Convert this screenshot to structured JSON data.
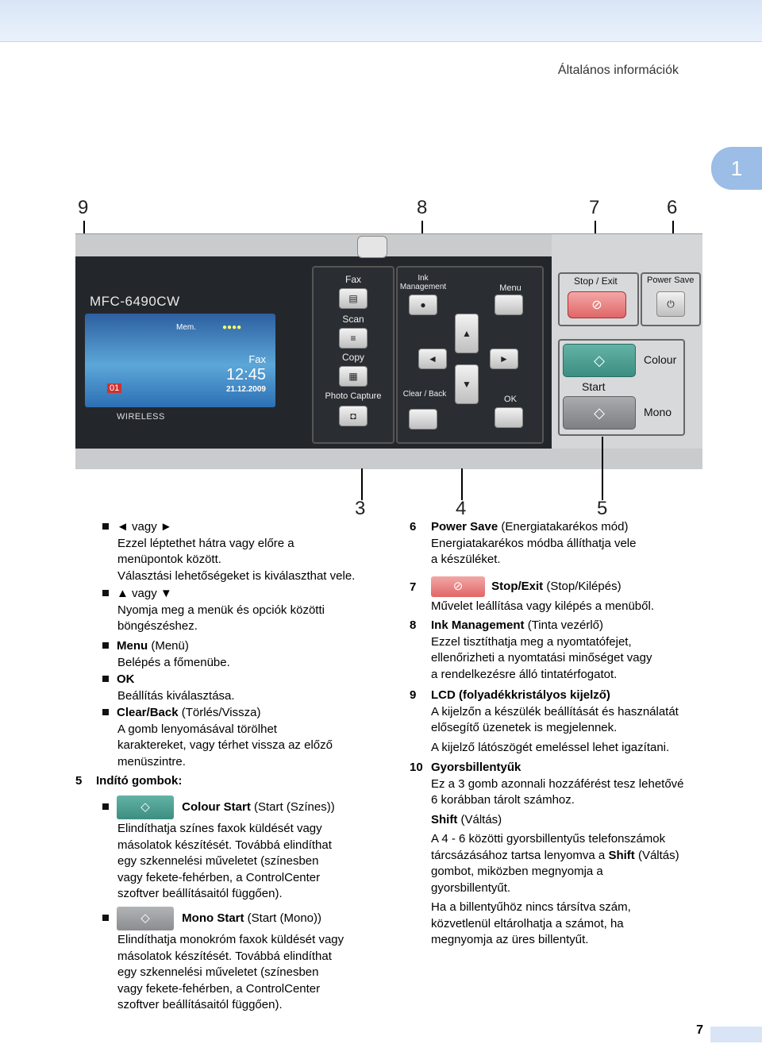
{
  "header": {
    "running_title": "Általános információk",
    "chapter_tab": "1",
    "page_number": "7"
  },
  "figure": {
    "callouts_top": [
      "9",
      "8",
      "7",
      "6"
    ],
    "callouts_bottom": [
      "3",
      "4",
      "5"
    ],
    "model": "MFC-6490CW",
    "lcd": {
      "mem": "Mem.",
      "mode": "Fax",
      "time": "12:45",
      "date": "21.12.2009",
      "counter": "01"
    },
    "wireless": "WIRELESS",
    "mode_buttons": [
      "Fax",
      "Scan",
      "Copy",
      "Photo Capture"
    ],
    "nav": {
      "ink": "Ink Management",
      "menu": "Menu",
      "clear": "Clear / Back",
      "ok": "OK"
    },
    "stop_exit": "Stop / Exit",
    "power_save": "Power Save",
    "colour": "Colour",
    "start": "Start",
    "mono": "Mono"
  },
  "left_items": [
    {
      "bold": "",
      "rest": "◄ vagy ►",
      "desc": [
        "Ezzel léptethet hátra vagy előre a",
        "menüpontok között.",
        "Választási lehetőségeket is kiválaszthat vele."
      ]
    },
    {
      "bold": "",
      "rest": "▲ vagy ▼",
      "desc": [
        "Nyomja meg a menük és opciók közötti",
        "böngészéshez."
      ]
    },
    {
      "bold": "Menu",
      "rest": " (Menü)",
      "desc": [
        "Belépés a főmenübe."
      ]
    },
    {
      "bold": "OK",
      "rest": "",
      "desc": [
        "Beállítás kiválasztása."
      ]
    },
    {
      "bold": "Clear/Back",
      "rest": " (Törlés/Vissza)",
      "desc": [
        "A gomb lenyomásával törölhet",
        "karaktereket, vagy térhet vissza az előző",
        "menüszintre."
      ]
    }
  ],
  "section5": {
    "num": "5",
    "title": "Indító gombok:",
    "colour": {
      "bold": "Colour Start",
      "rest": " (Start (Színes))",
      "desc": [
        "Elindíthatja színes faxok küldését vagy",
        "másolatok készítését. Továbbá elindíthat",
        "egy szkennelési műveletet (színesben",
        "vagy fekete-fehérben, a ControlCenter",
        "szoftver beállításaitól függően)."
      ]
    },
    "mono": {
      "bold": "Mono Start",
      "rest": " (Start (Mono))",
      "desc": [
        "Elindíthatja monokróm faxok küldését vagy",
        "másolatok készítését. Továbbá elindíthat",
        "egy szkennelési műveletet (színesben",
        "vagy fekete-fehérben, a ControlCenter",
        "szoftver beállításaitól függően)."
      ]
    }
  },
  "right_items": {
    "i6": {
      "num": "6",
      "bold": "Power Save",
      "rest": " (Energiatakarékos mód)",
      "desc": [
        "Energiatakarékos módba állíthatja vele",
        "a készüléket."
      ]
    },
    "i7": {
      "num": "7",
      "bold": "Stop/Exit",
      "rest": " (Stop/Kilépés)",
      "desc": [
        "Művelet leállítása vagy kilépés a menüből."
      ]
    },
    "i8": {
      "num": "8",
      "bold": "Ink Management",
      "rest": " (Tinta vezérlő)",
      "desc": [
        "Ezzel tisztíthatja meg a nyomtatófejet,",
        "ellenőrizheti a nyomtatási minőséget vagy",
        "a rendelkezésre álló tintatérfogatot."
      ]
    },
    "i9": {
      "num": "9",
      "bold": "LCD (folyadékkristályos kijelző)",
      "rest": "",
      "desc": [
        "A kijelzőn a készülék beállítását és használatát",
        "elősegítő üzenetek is megjelennek."
      ],
      "desc2": "A kijelző látószögét emeléssel lehet igazítani."
    },
    "i10": {
      "num": "10",
      "bold": "Gyorsbillentyűk",
      "rest": "",
      "desc": [
        "Ez a 3 gomb azonnali hozzáférést tesz lehetővé",
        "6 korábban tárolt számhoz."
      ],
      "shift_bold": "Shift",
      "shift_rest": " (Váltás)",
      "p1a": "A 4 - 6 közötti gyorsbillentyűs telefonszámok",
      "p1b": "tárcsázásához tartsa lenyomva a ",
      "p1bold": "Shift",
      "p1c": " (Váltás)",
      "p1d": "gombot, miközben megnyomja a",
      "p1e": "gyorsbillentyűt.",
      "p2": [
        "Ha a billentyűhöz nincs társítva szám,",
        "közvetlenül eltárolhatja a számot, ha",
        "megnyomja az üres billentyűt."
      ]
    }
  }
}
